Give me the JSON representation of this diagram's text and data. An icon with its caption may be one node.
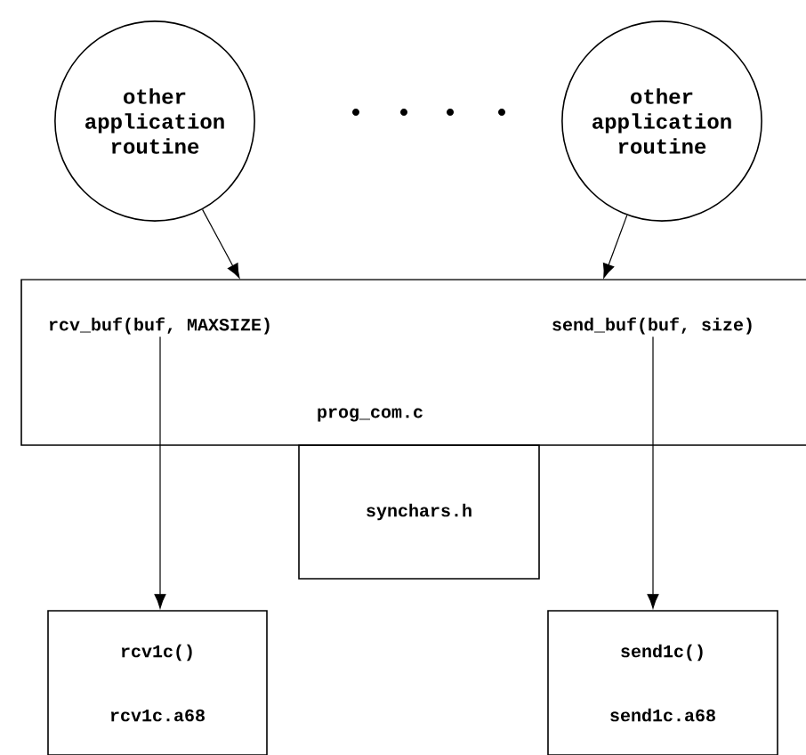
{
  "diagram": {
    "nodes": [
      {
        "text": [
          "other application routine"
        ]
      },
      {
        "text": [
          "other application routine"
        ]
      },
      {
        "text": [
          "prog_com.c"
        ]
      },
      {
        "text": [
          "rcv_buf(buf, MAXSIZE)"
        ],
        "in": 2
      },
      {
        "text": [
          "send_buf(buf, size)"
        ],
        "in": 2
      },
      {
        "text": [
          "synchars.h"
        ]
      },
      {
        "text": [
          "rcv1c()",
          "rcv1c.a68"
        ]
      },
      {
        "text": [
          "send1c()",
          "send1c.a68"
        ]
      }
    ],
    "edges": [
      {
        "from": 0,
        "to": 2,
        "arrow": "to"
      },
      {
        "from": 1,
        "to": 2,
        "arrow": "to"
      },
      {
        "from": 3,
        "to": 6,
        "arrow": "to"
      },
      {
        "from": 4,
        "to": 7,
        "arrow": "to"
      }
    ]
  }
}
